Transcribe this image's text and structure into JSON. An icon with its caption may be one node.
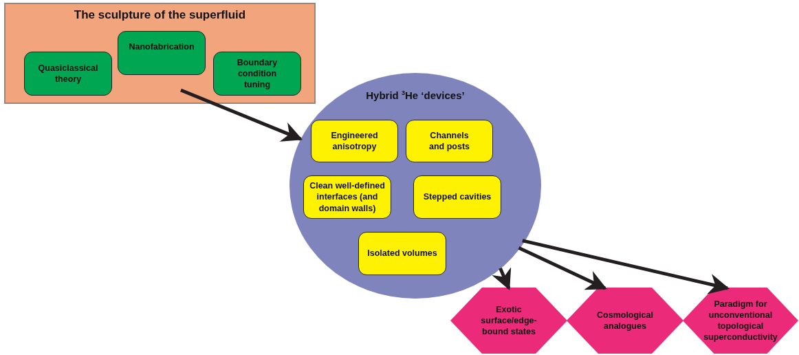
{
  "diagram": {
    "nodes": [
      {
        "text": [
          "The sculpture of the superfluid"
        ]
      },
      {
        "text": [
          "Quasiclassical theory"
        ],
        "in": 0
      },
      {
        "text": [
          "Nanofabrication"
        ],
        "in": 0
      },
      {
        "text": [
          "Boundary condition tuning"
        ],
        "in": 0
      },
      {
        "text": [
          "Hybrid $^{3}$He ‘devices’"
        ]
      },
      {
        "text": [
          "Engineered anisotropy"
        ],
        "in": 4
      },
      {
        "text": [
          "Channels and posts"
        ],
        "in": 4
      },
      {
        "text": [
          "Clean well-defined interfaces (and domain walls)"
        ],
        "in": 4
      },
      {
        "text": [
          "Stepped cavities"
        ],
        "in": 4
      },
      {
        "text": [
          "Isolated volumes"
        ],
        "in": 4
      },
      {
        "text": [
          "Exotic surface/edge-bound states"
        ]
      },
      {
        "text": [
          "Cosmological analogues"
        ]
      },
      {
        "text": [
          "Paradigm for unconventional topological superconductivity"
        ]
      }
    ],
    "edges": [
      {
        "from": 0,
        "to": 4,
        "arrow": "to"
      },
      {
        "from": 4,
        "to": 10,
        "arrow": "to"
      },
      {
        "from": 4,
        "to": 11,
        "arrow": "to"
      },
      {
        "from": 4,
        "to": 12,
        "arrow": "to"
      }
    ]
  }
}
